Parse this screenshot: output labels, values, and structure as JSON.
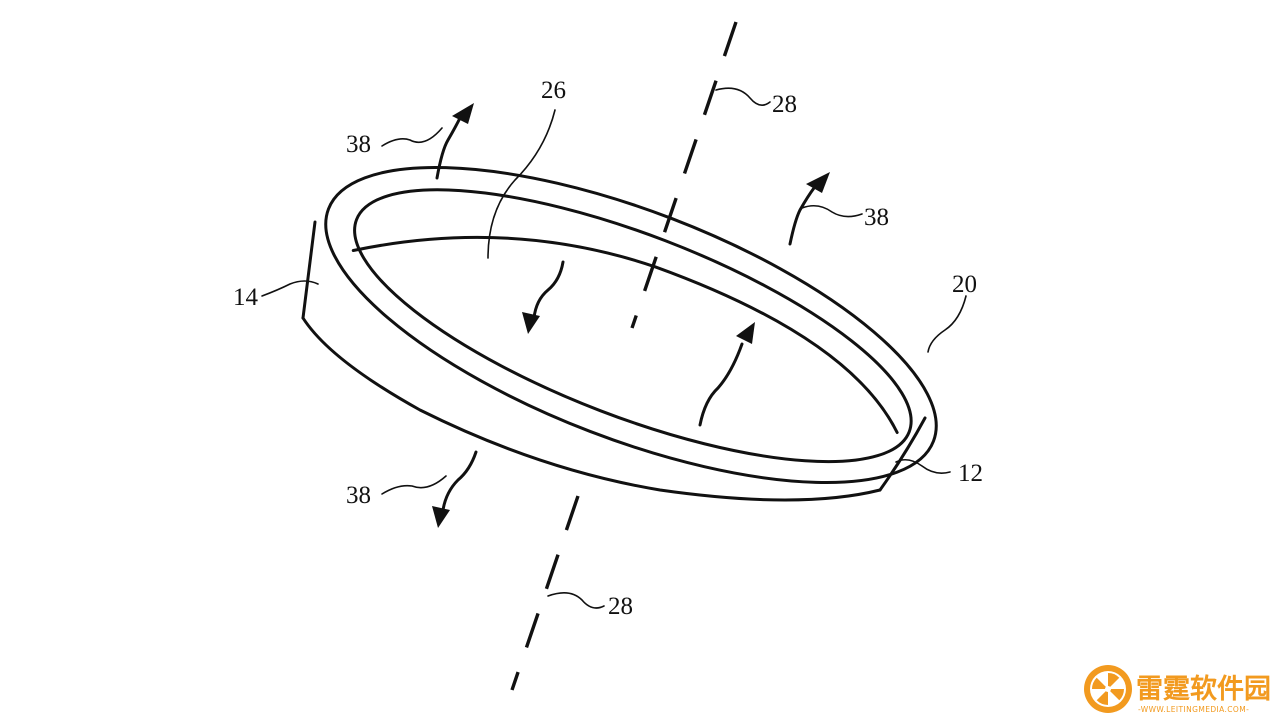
{
  "labels": {
    "ring_body": "12",
    "outer_wall": "14",
    "top_edge": "20",
    "interior": "26",
    "axis_top": "28",
    "axis_bottom": "28",
    "flow_top_left": "38",
    "flow_top_right": "38",
    "flow_bottom_left": "38"
  },
  "watermark": {
    "brand": "雷霆软件园",
    "url": "-WWW.LEITINGMEDIA.COM-",
    "color": "#f29a1f"
  }
}
